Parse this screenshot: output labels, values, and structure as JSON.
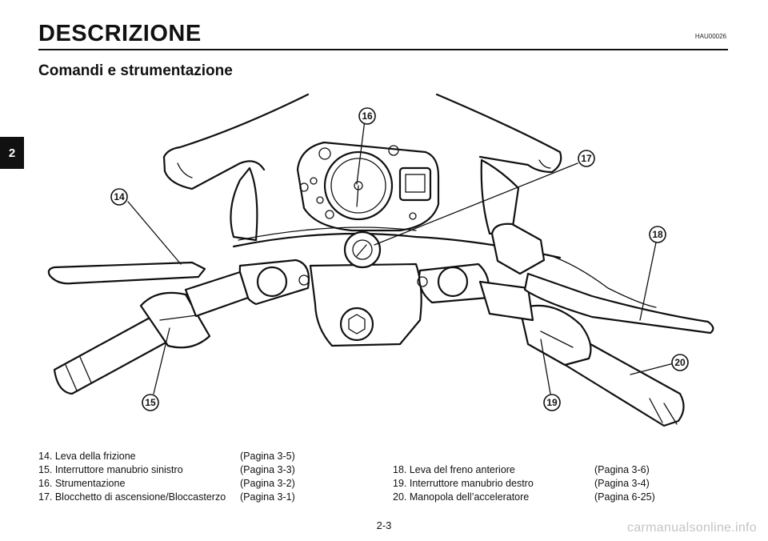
{
  "header": {
    "title": "DESCRIZIONE",
    "code": "HAU00026"
  },
  "section": {
    "title": "Comandi e strumentazione"
  },
  "chapter_tab": "2",
  "callouts": [
    {
      "id": "14"
    },
    {
      "id": "15"
    },
    {
      "id": "16"
    },
    {
      "id": "17"
    },
    {
      "id": "18"
    },
    {
      "id": "19"
    },
    {
      "id": "20"
    }
  ],
  "captions_left": [
    {
      "label": "14. Leva della frizione",
      "page": "(Pagina 3-5)"
    },
    {
      "label": "15. Interruttore manubrio sinistro",
      "page": "(Pagina 3-3)"
    },
    {
      "label": "16. Strumentazione",
      "page": "(Pagina 3-2)"
    },
    {
      "label": "17. Blocchetto di ascensione/Bloccasterzo",
      "page": "(Pagina 3-1)"
    }
  ],
  "captions_right": [
    {
      "label": "18. Leva del freno anteriore",
      "page": "(Pagina 3-6)"
    },
    {
      "label": "19. Interruttore manubrio destro",
      "page": "(Pagina 3-4)"
    },
    {
      "label": "20. Manopola dell’acceleratore",
      "page": "(Pagina 6-25)"
    }
  ],
  "footer": {
    "page_number": "2-3",
    "watermark": "carmanualsonline.info"
  }
}
